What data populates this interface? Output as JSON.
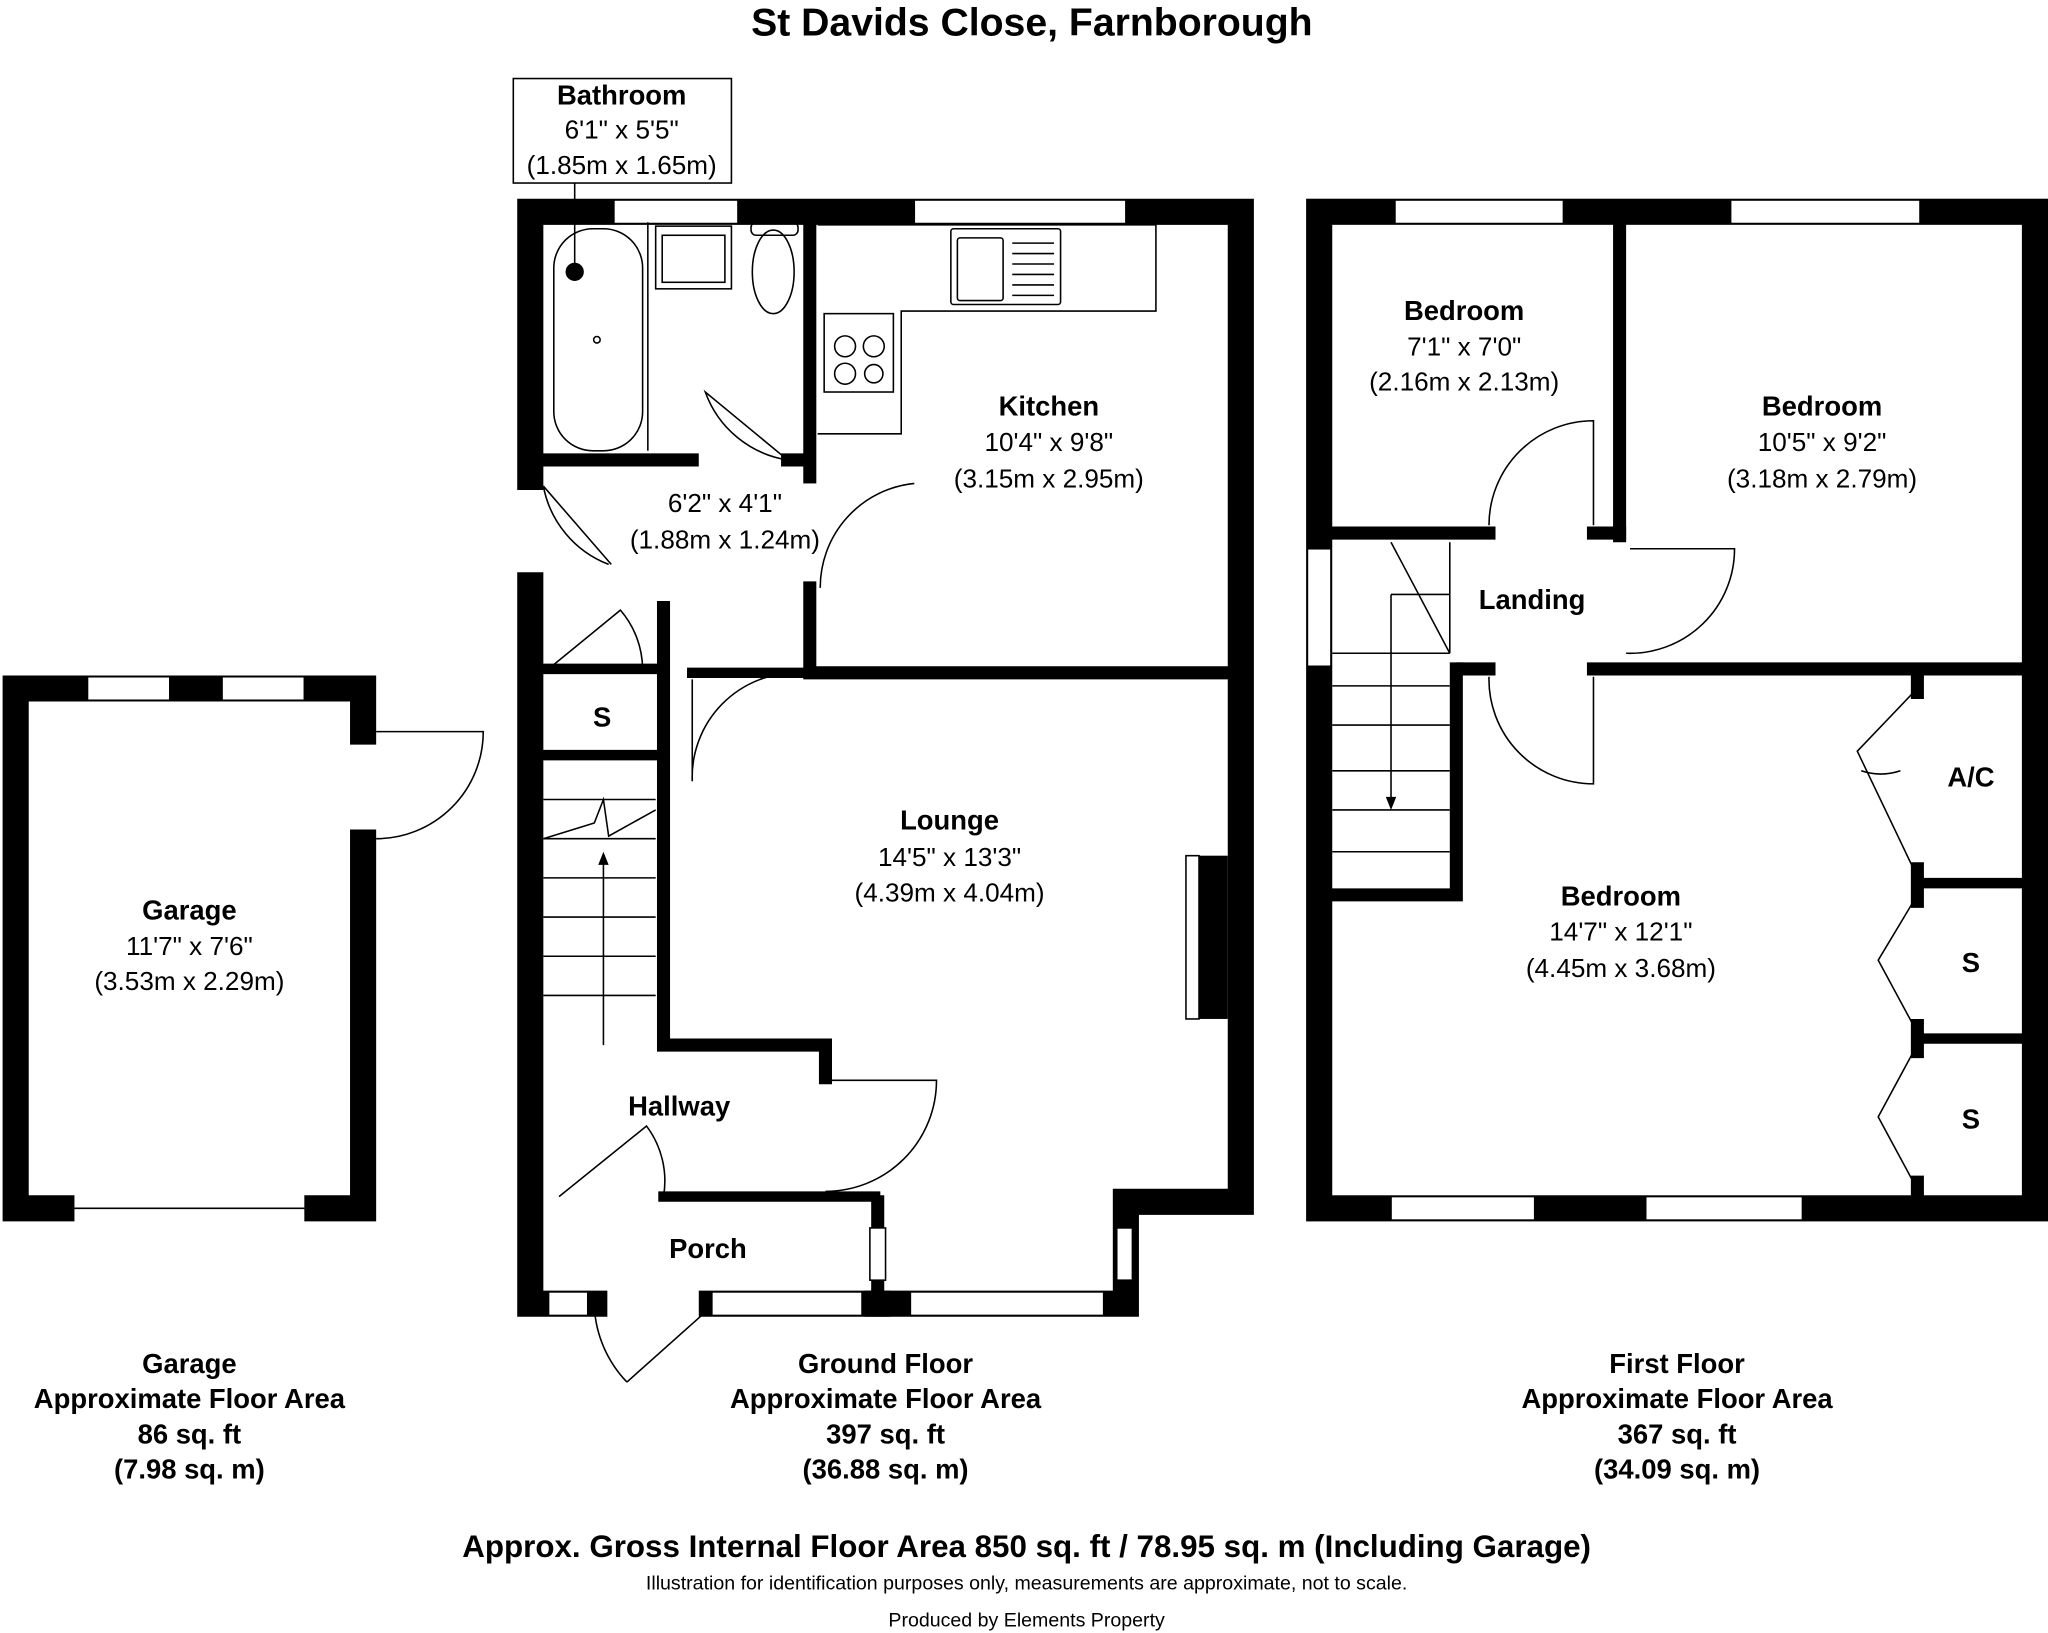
{
  "title": "St Davids Close, Farnborough",
  "rooms": [
    {
      "name": "Bathroom",
      "imperial": "6'1\" x 5'5\"",
      "metric": "(1.85m x 1.65m)"
    },
    {
      "name": "Kitchen",
      "imperial": "10'4\" x 9'8\"",
      "metric": "(3.15m x 2.95m)"
    },
    {
      "name": "",
      "imperial": "6'2\" x 4'1\"",
      "metric": "(1.88m x 1.24m)"
    },
    {
      "name": "Lounge",
      "imperial": "14'5\" x 13'3\"",
      "metric": "(4.39m x 4.04m)"
    },
    {
      "name": "Garage",
      "imperial": "11'7\" x 7'6\"",
      "metric": "(3.53m x 2.29m)"
    },
    {
      "name": "Bedroom",
      "imperial": "7'1\" x 7'0\"",
      "metric": "(2.16m x 2.13m)"
    },
    {
      "name": "Bedroom",
      "imperial": "10'5\" x 9'2\"",
      "metric": "(3.18m x 2.79m)"
    },
    {
      "name": "Bedroom",
      "imperial": "14'7\" x 12'1\"",
      "metric": "(4.45m x 3.68m)"
    }
  ],
  "labels": {
    "hallway": "Hallway",
    "porch": "Porch",
    "store": "S",
    "landing": "Landing",
    "airing": "A/C"
  },
  "areas": [
    {
      "floor": "Garage",
      "caption": "Approximate Floor Area",
      "sqft": "86 sq. ft",
      "sqm": "(7.98 sq. m)"
    },
    {
      "floor": "Ground Floor",
      "caption": "Approximate Floor Area",
      "sqft": "397 sq. ft",
      "sqm": "(36.88 sq. m)"
    },
    {
      "floor": "First Floor",
      "caption": "Approximate Floor Area",
      "sqft": "367 sq. ft",
      "sqm": "(34.09 sq. m)"
    }
  ],
  "footer": {
    "gross": "Approx. Gross Internal Floor Area 850 sq. ft / 78.95 sq. m (Including Garage)",
    "disclaimer": "Illustration for identification purposes only, measurements are approximate, not to scale.",
    "producer": "Produced by Elements Property"
  }
}
